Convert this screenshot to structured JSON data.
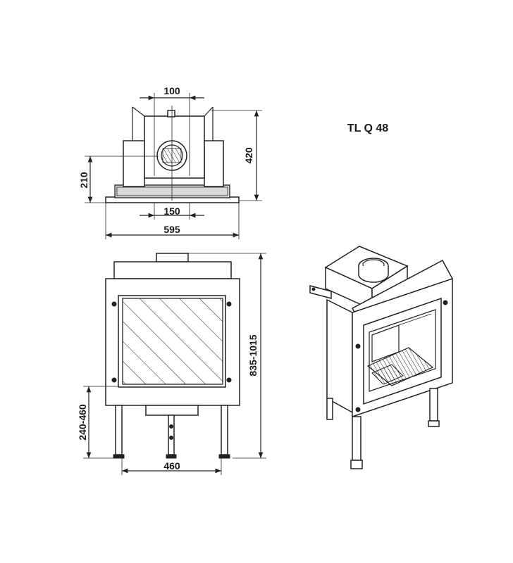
{
  "title": "TL Q 48",
  "dimensions": {
    "top_width_100": "100",
    "top_depth_420": "420",
    "top_offset_210": "210",
    "top_inner_150": "150",
    "top_total_595": "595",
    "front_height": "835-1015",
    "front_leg_height": "240-460",
    "front_leg_span": "460"
  },
  "colors": {
    "line": "#222222",
    "fill_gray": "#d9d9d9",
    "background": "#ffffff"
  }
}
